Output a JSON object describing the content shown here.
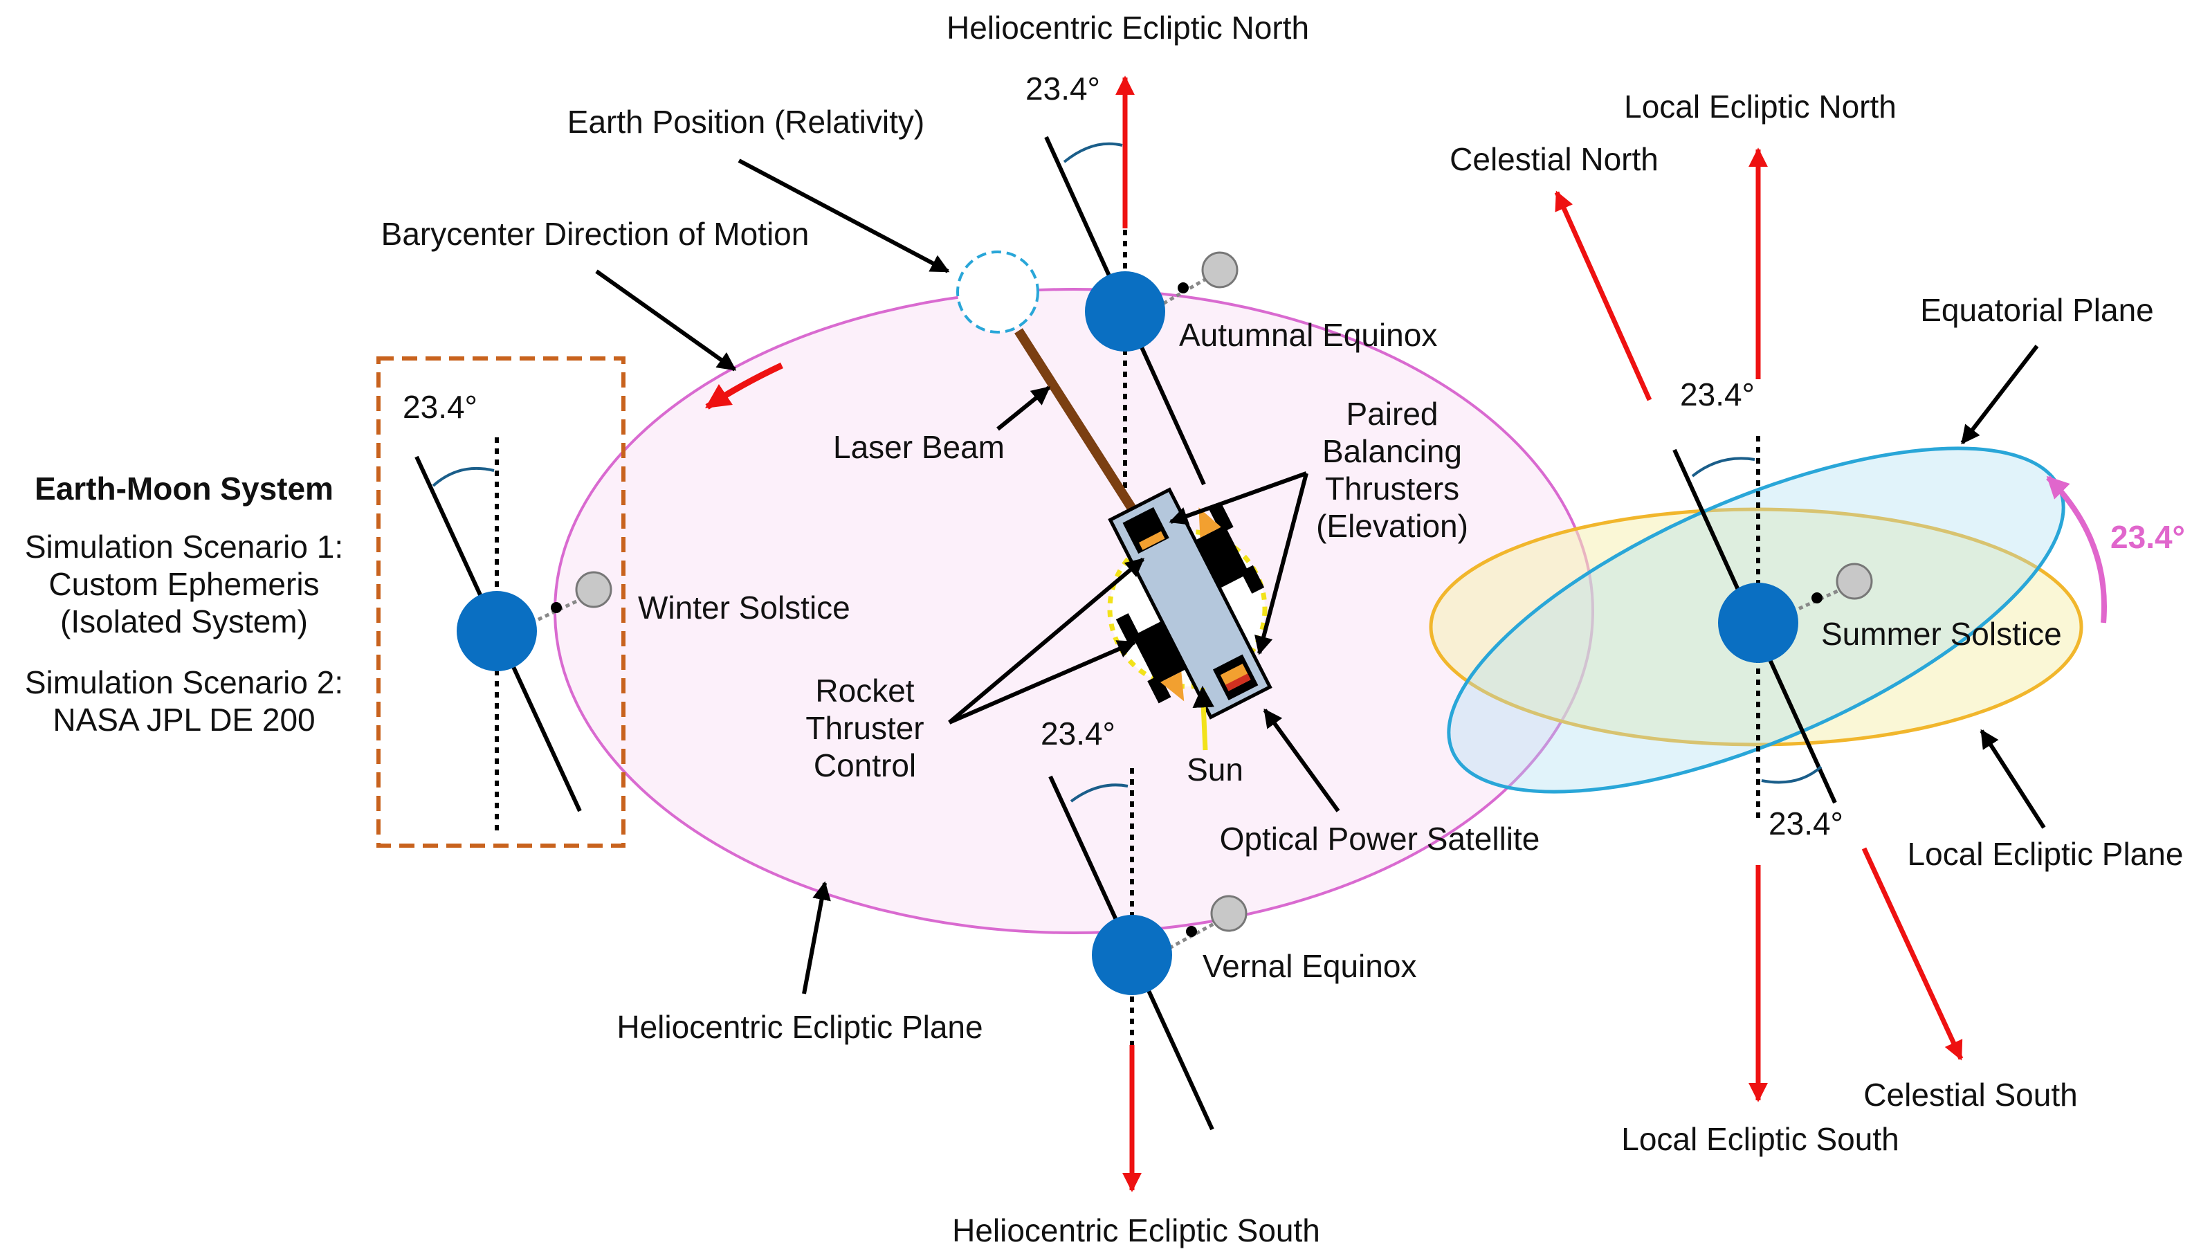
{
  "title": "",
  "labels": {
    "helio_north": "Heliocentric Ecliptic North",
    "helio_south": "Heliocentric Ecliptic South",
    "earth_position": "Earth Position (Relativity)",
    "barycenter_motion": "Barycenter Direction of Motion",
    "autumnal_equinox": "Autumnal Equinox",
    "vernal_equinox": "Vernal Equinox",
    "winter_solstice": "Winter Solstice",
    "summer_solstice": "Summer Solstice",
    "laser_beam": "Laser Beam",
    "paired_thrusters": [
      "Paired",
      "Balancing",
      "Thrusters",
      "(Elevation)"
    ],
    "rocket_thruster": [
      "Rocket",
      "Thruster",
      "Control"
    ],
    "sun": "Sun",
    "optical_satellite": "Optical Power Satellite",
    "helio_plane": "Heliocentric Ecliptic Plane",
    "local_north": "Local Ecliptic North",
    "local_south": "Local Ecliptic South",
    "celestial_north": "Celestial North",
    "celestial_south": "Celestial South",
    "equatorial_plane": "Equatorial Plane",
    "local_plane": "Local Ecliptic Plane",
    "angle_top": "23.4°",
    "angle_left": "23.4°",
    "angle_bottom": "23.4°",
    "angle_right_top": "23.4°",
    "angle_right_bottom": "23.4°",
    "angle_magenta": "23.4°"
  },
  "legend": {
    "heading": "Earth-Moon System",
    "scenario1": [
      "Simulation Scenario 1:",
      "Custom Ephemeris",
      "(Isolated System)"
    ],
    "scenario2": [
      "Simulation Scenario 2:",
      "NASA JPL DE 200"
    ]
  },
  "colors": {
    "orbit": "#d96ad0",
    "orbit_fill": "#fcf0fa",
    "earth": "#0a6fc2",
    "moon": "#c8c8c8",
    "arrow_red": "#ee1111",
    "laser": "#7b3f12",
    "sun_dashed": "#f2e21a",
    "equatorial": "#29a6d8",
    "local_plane": "#f1b62c",
    "box_dashed": "#c8621d",
    "magenta": "#e066cc"
  }
}
